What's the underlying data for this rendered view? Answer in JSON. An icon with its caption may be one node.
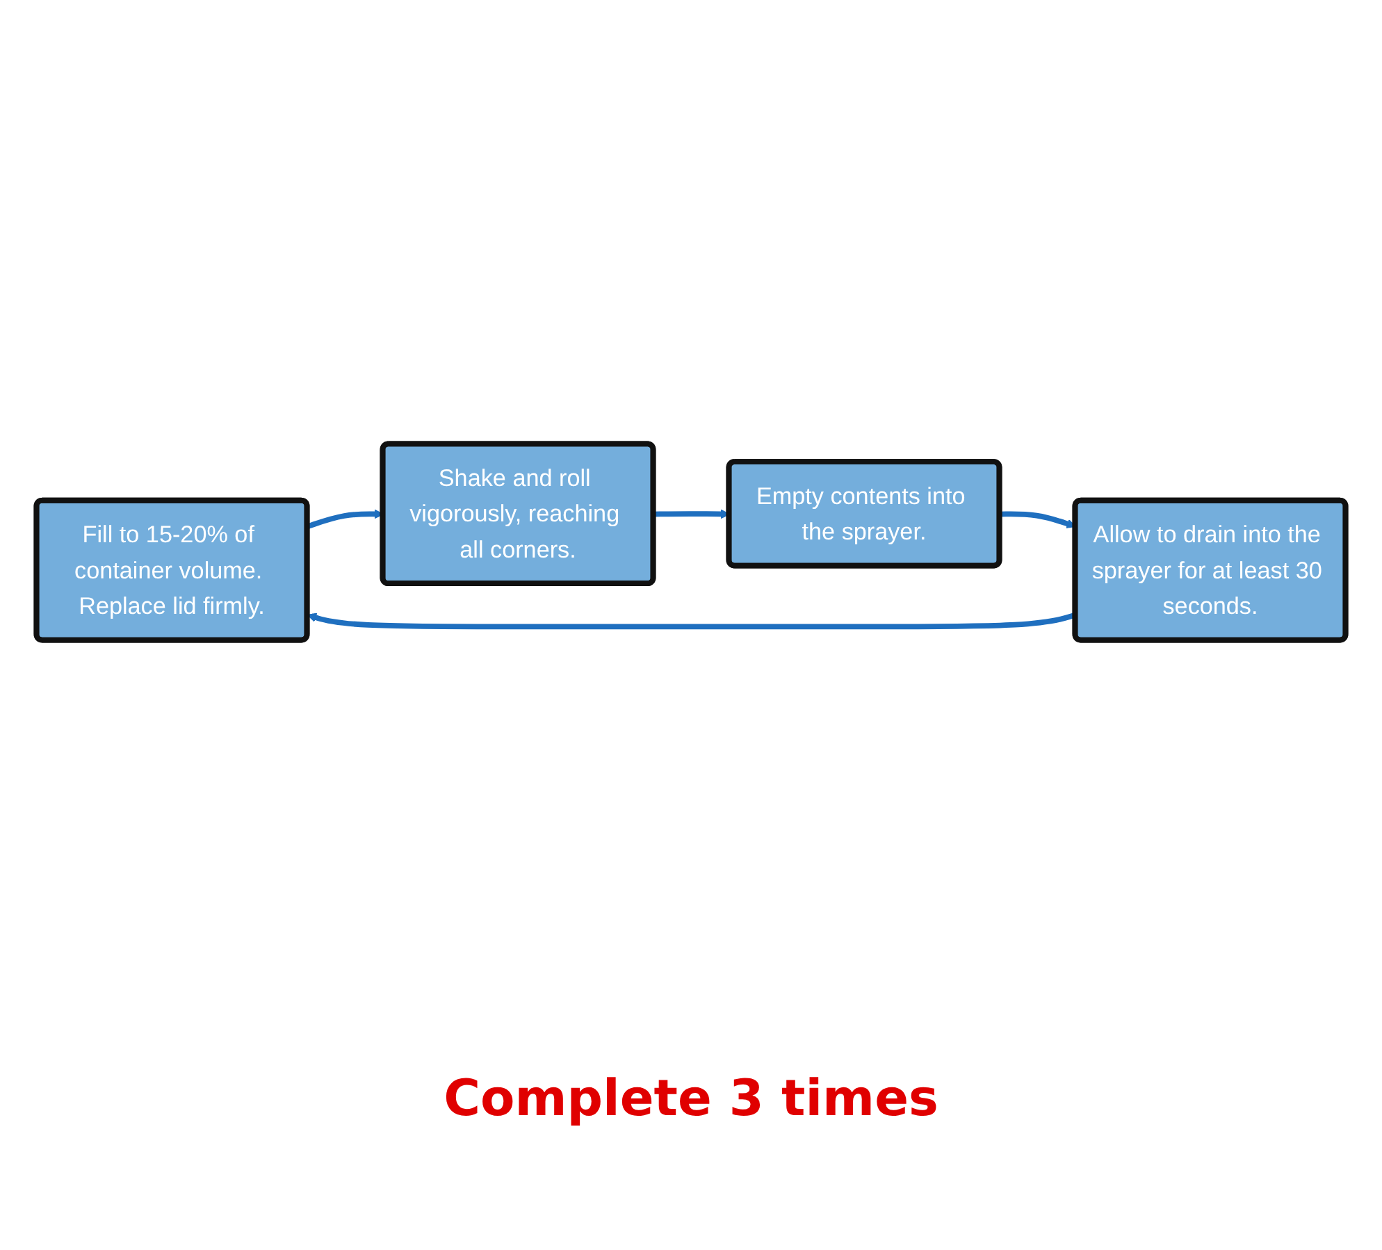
{
  "diagram": {
    "nodes": [
      {
        "text": [
          "Fill to 15-20% of container volume. Replace lid firmly."
        ]
      },
      {
        "text": [
          "Shake and roll vigorously, reaching all corners."
        ]
      },
      {
        "text": [
          "Empty contents into the sprayer."
        ]
      },
      {
        "text": [
          "Allow to drain into the sprayer for at least 30 seconds."
        ]
      }
    ],
    "edges": [
      {
        "from": 0,
        "to": 1,
        "arrow": "to"
      },
      {
        "from": 1,
        "to": 2,
        "arrow": "to"
      },
      {
        "from": 2,
        "to": 3,
        "arrow": "to"
      },
      {
        "from": 3,
        "to": 0,
        "arrow": "to"
      }
    ],
    "labels": [
      "Complete 3 times"
    ]
  }
}
